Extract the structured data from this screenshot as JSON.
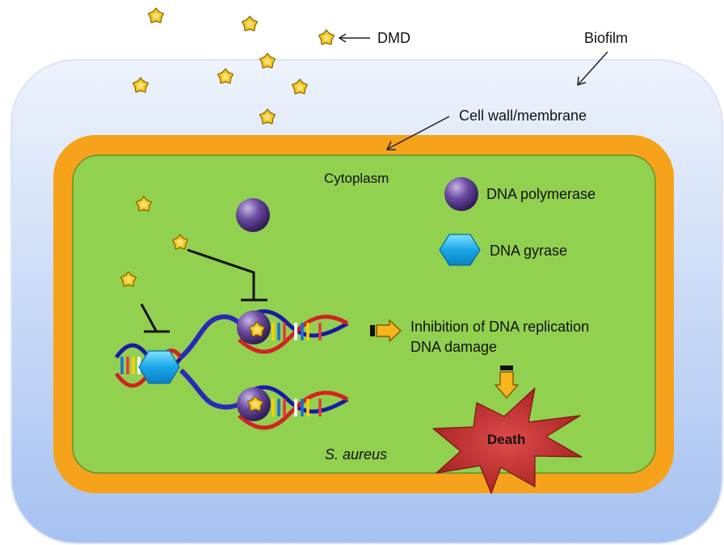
{
  "labels": {
    "dmd": "DMD",
    "biofilm": "Biofilm",
    "cell_wall": "Cell wall/membrane",
    "cytoplasm": "Cytoplasm",
    "dna_polymerase": "DNA polymerase",
    "dna_gyrase": "DNA gyrase",
    "inhibition": "Inhibition of DNA replication",
    "dna_damage": "DNA damage",
    "death": "Death",
    "organism": "S. aureus"
  },
  "colors": {
    "biofilm_fill_top": "#e6eefb",
    "biofilm_fill_bottom": "#a9c4f2",
    "cell_wall": "#f7a21b",
    "cytoplasm": "#92d050",
    "molecule_star": "#f5c518",
    "polymerase": "#5a3b8c",
    "gyrase": "#29b6f6",
    "arrow_fill": "#f7b51e",
    "death_burst": "#c0392b"
  },
  "icons": {
    "dmd_molecule": "star-icon",
    "dna_polymerase": "sphere-icon",
    "dna_gyrase": "hexagon-icon",
    "inhibition_marker": "t-bar-inhibition-icon",
    "process_arrow": "block-arrow-icon",
    "death_marker": "explosion-burst-icon"
  }
}
